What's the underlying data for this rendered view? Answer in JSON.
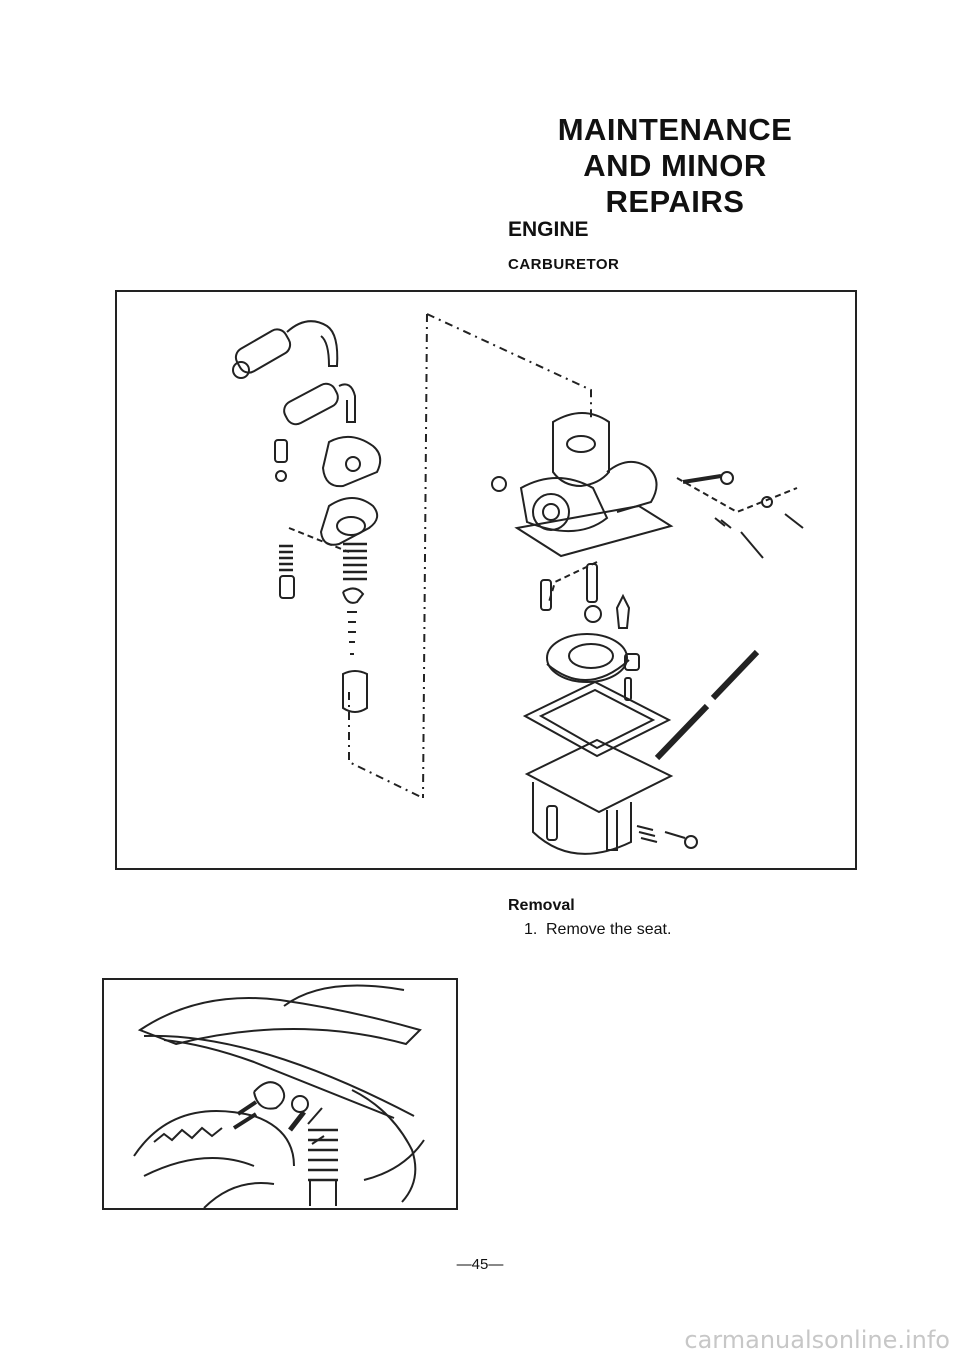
{
  "header": {
    "title_lines": [
      "MAINTENANCE",
      "AND MINOR",
      "REPAIRS"
    ],
    "section": "ENGINE",
    "subsection": "CARBURETOR"
  },
  "removal": {
    "heading": "Removal",
    "steps": [
      {
        "num": "1.",
        "text": "Remove the seat."
      }
    ]
  },
  "footer": {
    "page_number": "—45—",
    "watermark": "carmanualsonline.info"
  }
}
